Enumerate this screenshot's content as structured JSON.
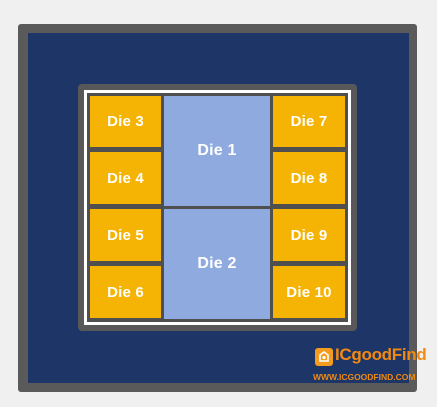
{
  "diagram": {
    "dies": {
      "die1": "Die 1",
      "die2": "Die 2",
      "die3": "Die 3",
      "die4": "Die 4",
      "die5": "Die 5",
      "die6": "Die 6",
      "die7": "Die 7",
      "die8": "Die 8",
      "die9": "Die 9",
      "die10": "Die 10"
    }
  },
  "watermark": {
    "brand": "ICgoodFind",
    "url": "WWW.ICGOODFIND.COM"
  },
  "colors": {
    "package_frame": "#5a5a5a",
    "substrate": "#1d3567",
    "interposer": "#ffffff",
    "small_die": "#f5b404",
    "large_die": "#8eaadf",
    "watermark": "#f08a12"
  }
}
